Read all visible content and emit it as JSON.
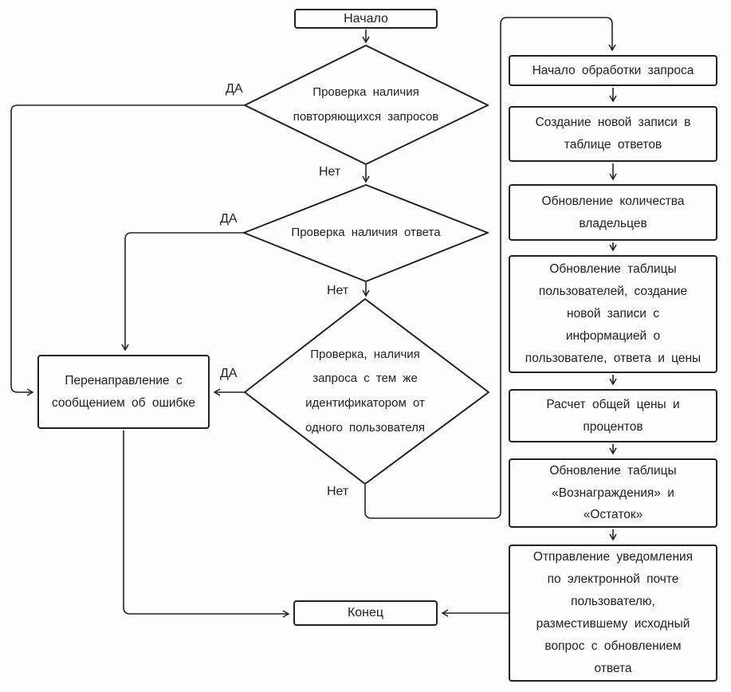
{
  "flowchart": {
    "start": {
      "label": "Начало"
    },
    "end": {
      "label": "Конец"
    },
    "decisions": [
      {
        "label": "Проверка наличия повторяющихся запросов",
        "yes": "ДА",
        "no": "Нет"
      },
      {
        "label": "Проверка наличия ответа",
        "yes": "ДА",
        "no": "Нет"
      },
      {
        "label": "Проверка, наличия запроса с тем же идентификатором от одного пользователя",
        "yes": "ДА",
        "no": "Нет"
      }
    ],
    "error_box": {
      "label": "Перенаправление с сообщением об ошибке"
    },
    "process_steps": [
      {
        "label": "Начало обработки запроса"
      },
      {
        "label": "Создание новой записи в таблице ответов"
      },
      {
        "label": "Обновление количества владельцев"
      },
      {
        "label": "Обновление таблицы пользователей, создание новой записи с информацией о пользователе, ответа и цены"
      },
      {
        "label": "Расчет общей цены и процентов"
      },
      {
        "label": "Обновление таблицы «Вознаграждения» и «Остаток»"
      },
      {
        "label": "Отправление уведомления по электронной почте пользователю, разместившему исходный вопрос с обновлением ответа"
      }
    ],
    "colors": {
      "stroke": "#222222",
      "background": "#fdfdfd",
      "text": "#1f1f1f"
    }
  }
}
